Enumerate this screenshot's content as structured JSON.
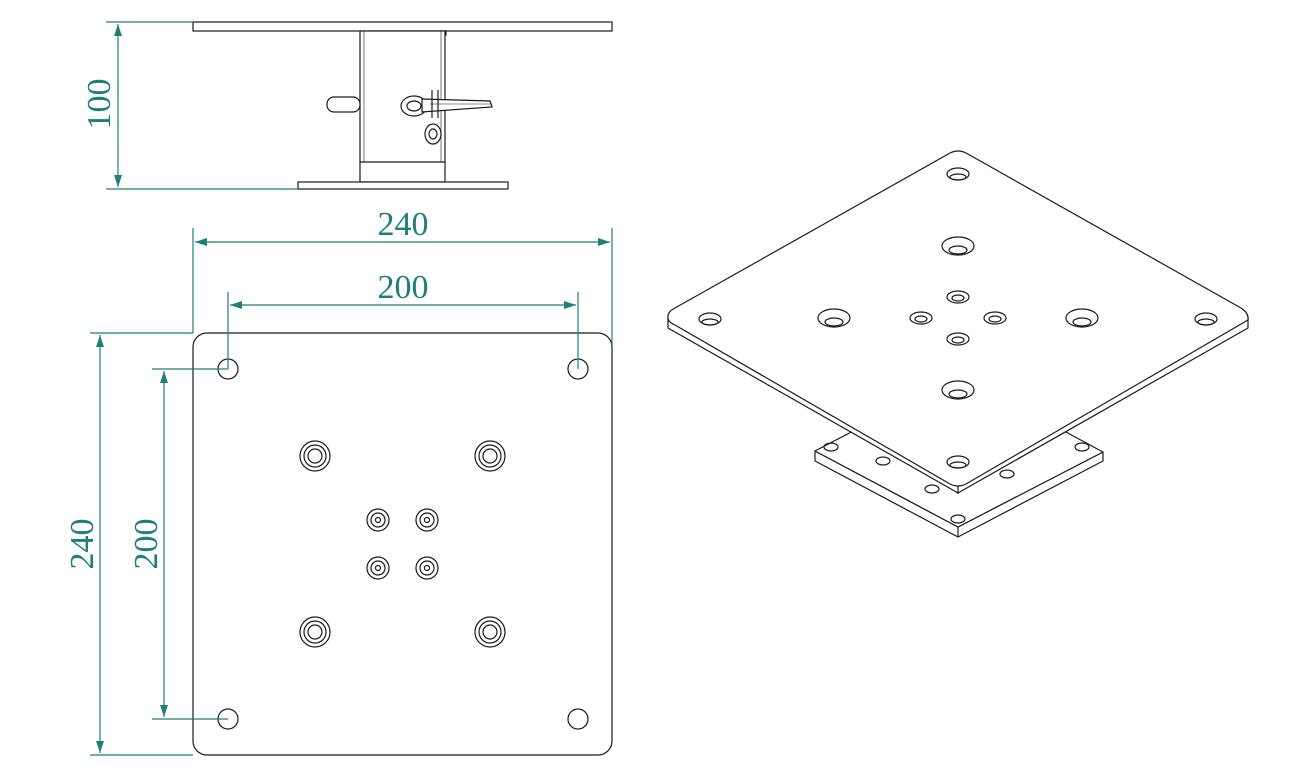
{
  "colors": {
    "dimension": "#1f7f78",
    "outline": "#1a1a1a",
    "background": "#ffffff"
  },
  "dimensions": {
    "side_height": "100",
    "top_width_outer": "240",
    "top_width_holes": "200",
    "top_height_outer": "240",
    "top_height_holes": "200"
  }
}
